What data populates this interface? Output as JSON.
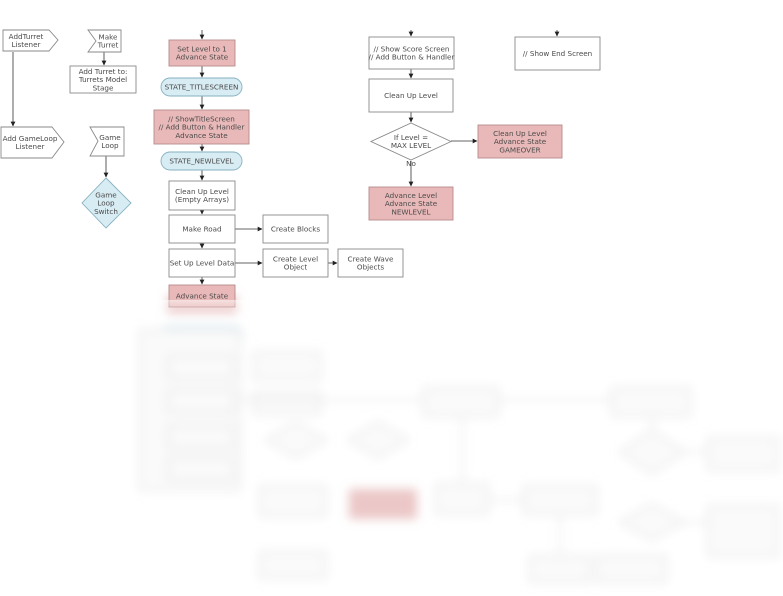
{
  "diagram": {
    "nodes": [
      {
        "id": "addturret",
        "lines": [
          "AddTurret",
          "Listener"
        ],
        "style": "white",
        "shape": "pentagon"
      },
      {
        "id": "maketurret",
        "lines": [
          "Make",
          "Turret"
        ],
        "style": "white",
        "shape": "flag"
      },
      {
        "id": "addturretto",
        "lines": [
          "Add Turret to:",
          "Turrets Model",
          "Stage"
        ],
        "style": "white",
        "shape": "rect"
      },
      {
        "id": "addgameloop",
        "lines": [
          "Add GameLoop",
          "Listener"
        ],
        "style": "white",
        "shape": "pentagon"
      },
      {
        "id": "gameloop",
        "lines": [
          "Game",
          "Loop"
        ],
        "style": "white",
        "shape": "flag"
      },
      {
        "id": "gameloopswitch",
        "lines": [
          "Game",
          "Loop",
          "Switch"
        ],
        "style": "blue",
        "shape": "diamond"
      },
      {
        "id": "setlevel",
        "lines": [
          "Set Level to 1",
          "Advance State"
        ],
        "style": "red",
        "shape": "rect"
      },
      {
        "id": "state_title",
        "lines": [
          "STATE_TITLESCREEN"
        ],
        "style": "blue",
        "shape": "pill"
      },
      {
        "id": "showtitle",
        "lines": [
          "// ShowTitleScreen",
          "// Add Button & Handler",
          "Advance State"
        ],
        "style": "red",
        "shape": "rect"
      },
      {
        "id": "state_newlevel",
        "lines": [
          "STATE_NEWLEVEL"
        ],
        "style": "blue",
        "shape": "pill"
      },
      {
        "id": "cleanup_empty",
        "lines": [
          "Clean Up Level",
          "(Empty Arrays)"
        ],
        "style": "white",
        "shape": "rect"
      },
      {
        "id": "makeroad",
        "lines": [
          "Make Road"
        ],
        "style": "white",
        "shape": "rect"
      },
      {
        "id": "createblocks",
        "lines": [
          "Create Blocks"
        ],
        "style": "white",
        "shape": "rect"
      },
      {
        "id": "setupleveldata",
        "lines": [
          "Set Up Level Data"
        ],
        "style": "white",
        "shape": "rect"
      },
      {
        "id": "createlevelobject",
        "lines": [
          "Create Level",
          "Object"
        ],
        "style": "white",
        "shape": "rect"
      },
      {
        "id": "createwaveobjects",
        "lines": [
          "Create Wave",
          "Objects"
        ],
        "style": "white",
        "shape": "rect"
      },
      {
        "id": "advancestate_bottom",
        "lines": [
          "Advance State"
        ],
        "style": "red",
        "shape": "rect"
      },
      {
        "id": "showscore",
        "lines": [
          "// Show Score Screen",
          "// Add Button & Handler"
        ],
        "style": "white",
        "shape": "rect"
      },
      {
        "id": "cleanuplevel",
        "lines": [
          "Clean Up Level"
        ],
        "style": "white",
        "shape": "rect"
      },
      {
        "id": "iflevelmax",
        "lines": [
          "If Level =",
          "MAX LEVEL"
        ],
        "style": "white",
        "shape": "diamond"
      },
      {
        "id": "cleanup_gameover",
        "lines": [
          "Clean Up Level",
          "Advance State",
          "GAMEOVER"
        ],
        "style": "red",
        "shape": "rect"
      },
      {
        "id": "advance_newlevel",
        "lines": [
          "Advance Level",
          "Advance State",
          "NEWLEVEL"
        ],
        "style": "red",
        "shape": "rect"
      },
      {
        "id": "showend",
        "lines": [
          "// Show End Screen"
        ],
        "style": "white",
        "shape": "rect"
      }
    ],
    "edge_labels": {
      "no": "No"
    },
    "colors": {
      "red_fill": "#e9b9b9",
      "blue_fill": "#d8ecf3",
      "line": "#333333",
      "text": "#4a4a4a"
    }
  }
}
